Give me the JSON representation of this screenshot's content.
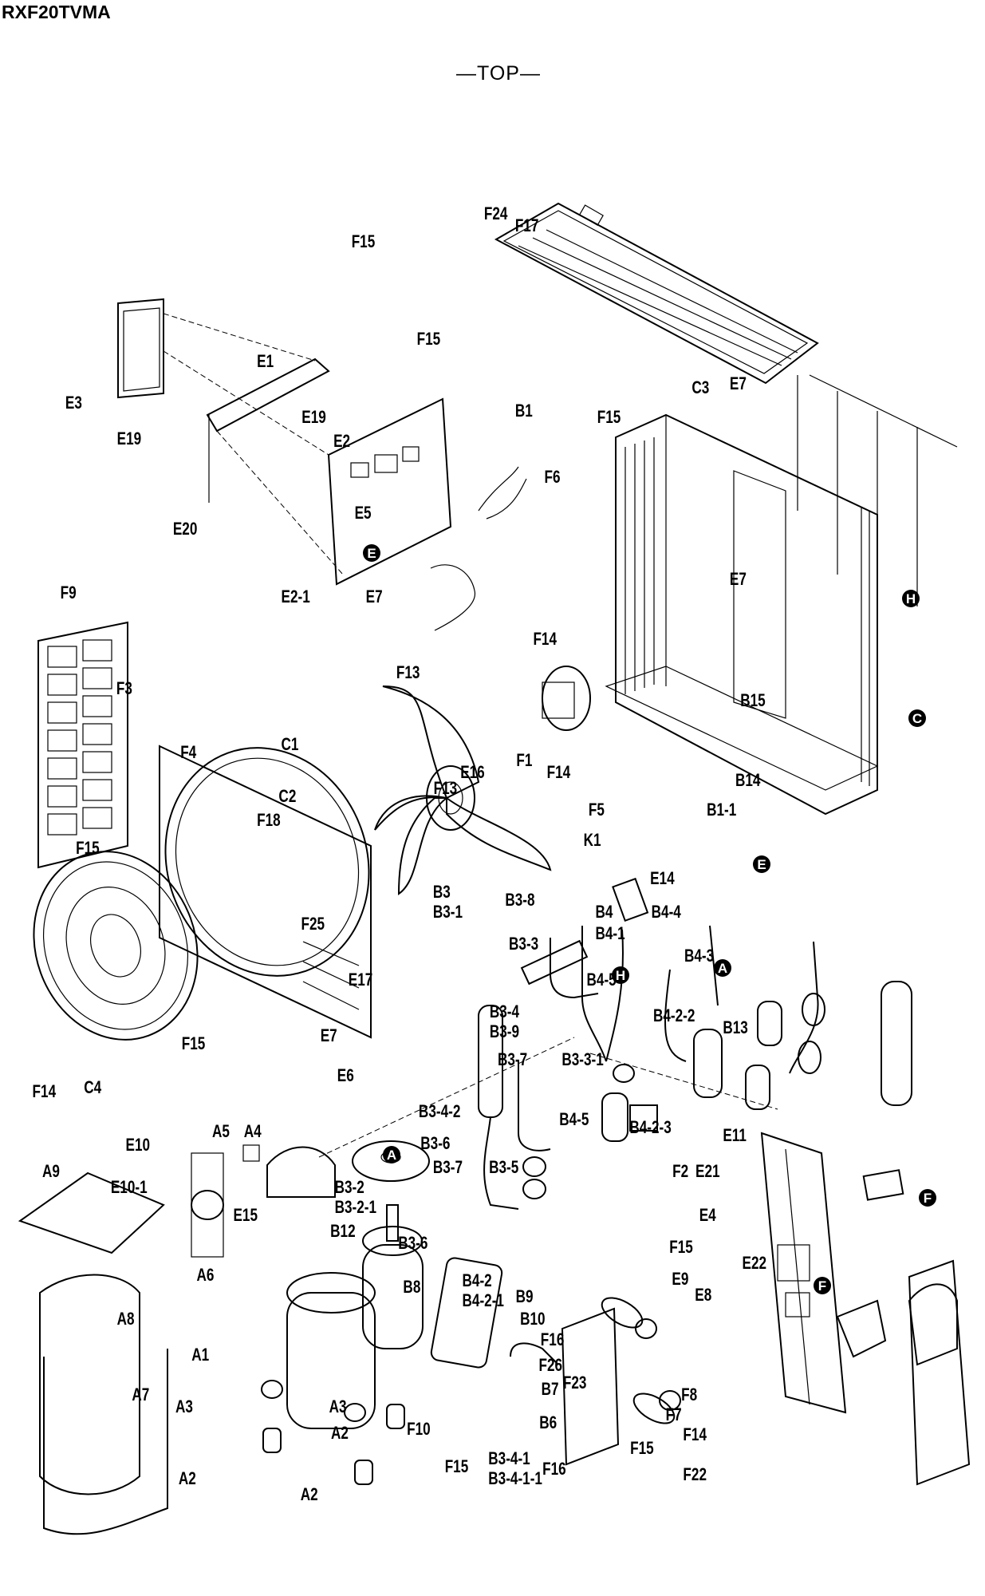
{
  "header": {
    "model": "RXF20TVMA",
    "view": "—TOP—"
  },
  "markers": [
    "A",
    "A",
    "C",
    "E",
    "E",
    "F",
    "F",
    "H",
    "H"
  ],
  "part_labels": [
    "F24",
    "F17",
    "F15",
    "F15",
    "F15",
    "E1",
    "E3",
    "E19",
    "E19",
    "E2",
    "E20",
    "E5",
    "E2-1",
    "E7",
    "B1",
    "C3",
    "E7",
    "F6",
    "E7",
    "F9",
    "F3",
    "F14",
    "B15",
    "F13",
    "C1",
    "F4",
    "F1",
    "F14",
    "E16",
    "F13",
    "B14",
    "C2",
    "F5",
    "B1-1",
    "K1",
    "F18",
    "F15",
    "E14",
    "B3",
    "B3-1",
    "B3-8",
    "B4",
    "B4-4",
    "B4-1",
    "F25",
    "B3-3",
    "B4-3",
    "E17",
    "B4-5",
    "B4-2-2",
    "B13",
    "E7",
    "F15",
    "B3-4",
    "B3-9",
    "E6",
    "B3-7",
    "B3-3-1",
    "F14",
    "C4",
    "B3-4-2",
    "B4-5",
    "B4-2-3",
    "A5",
    "A4",
    "E11",
    "E10",
    "B3-6",
    "A9",
    "B3-7",
    "B3-5",
    "F2",
    "E21",
    "E10-1",
    "B3-2",
    "B3-2-1",
    "E15",
    "E4",
    "B12",
    "B3-6",
    "F15",
    "E22",
    "A6",
    "B8",
    "E9",
    "E8",
    "B4-2",
    "B4-2-1",
    "B9",
    "A8",
    "B10",
    "A1",
    "F16",
    "F26",
    "F23",
    "A7",
    "B7",
    "A3",
    "A3",
    "F8",
    "F7",
    "B6",
    "A2",
    "F10",
    "F14",
    "F15",
    "B3-4-1",
    "B3-4-1-1",
    "F16",
    "A2",
    "F22",
    "A2",
    "F15"
  ]
}
